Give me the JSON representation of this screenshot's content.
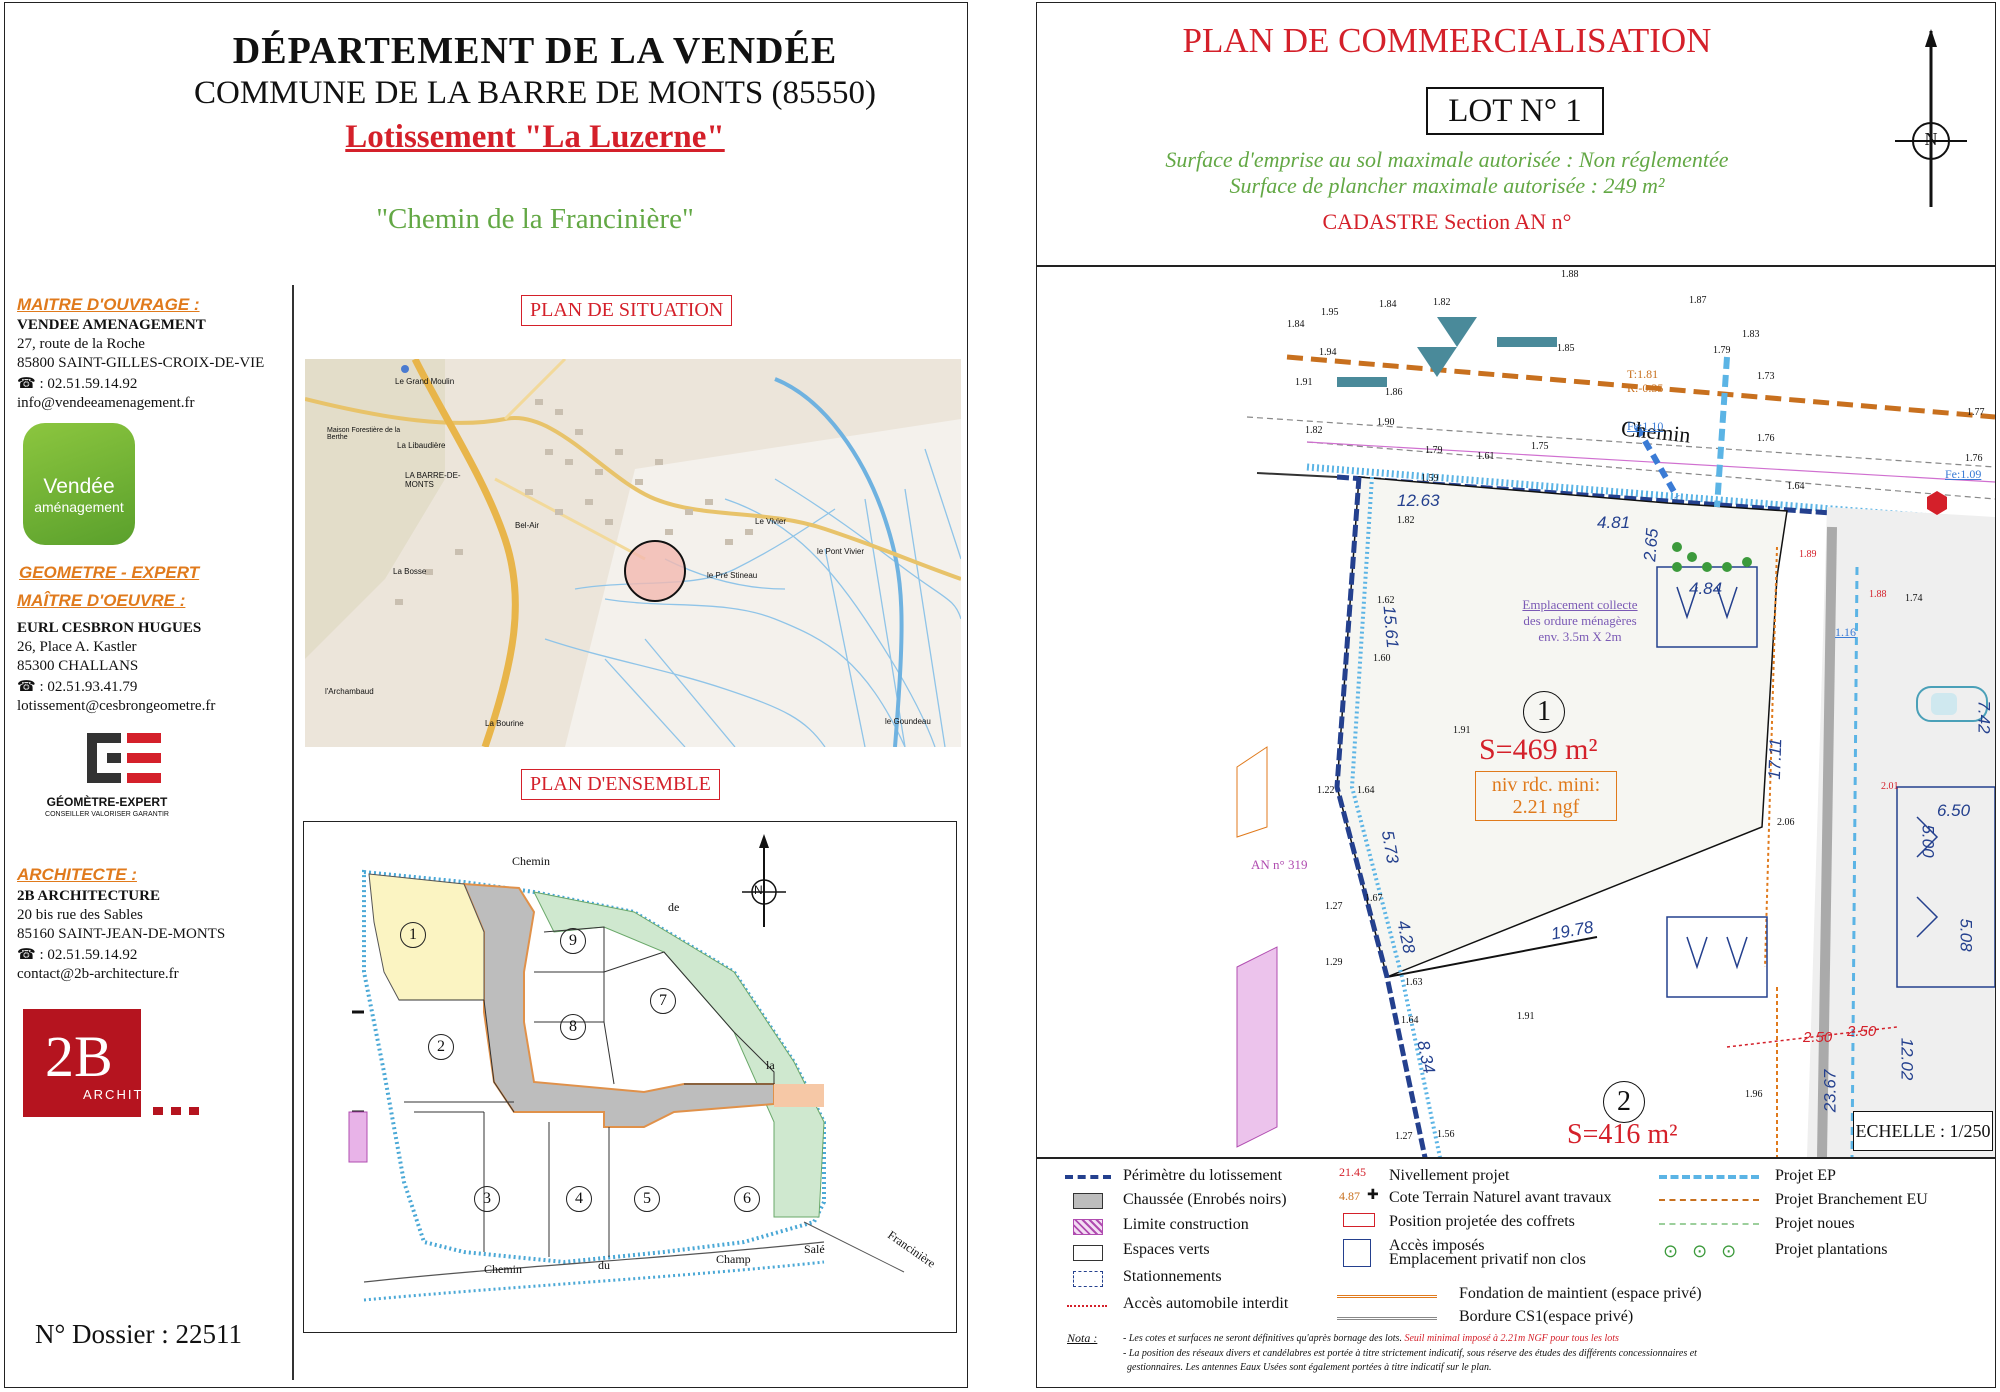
{
  "header": {
    "departement": "DÉPARTEMENT DE LA VENDÉE",
    "commune": "COMMUNE DE LA BARRE DE MONTS (85550)",
    "lotissement": "Lotissement \"La  Luzerne\"",
    "chemin": "\"Chemin de la Francinière\""
  },
  "maitre_ouvrage": {
    "title": "MAITRE D'OUVRAGE :",
    "name": "VENDEE AMENAGEMENT",
    "address1": "27, route de la Roche",
    "address2": "85800 SAINT-GILLES-CROIX-DE-VIE",
    "phone": ": 02.51.59.14.92",
    "email": "info@vendeeamenagement.fr",
    "logo_line1": "Vendée",
    "logo_line2": "aménagement"
  },
  "geometre": {
    "title1": "GEOMETRE - EXPERT",
    "title2": "MAÎTRE D'OEUVRE :",
    "name": "EURL CESBRON HUGUES",
    "address1": "26, Place A. Kastler",
    "address2": "85300 CHALLANS",
    "phone": ": 02.51.93.41.79",
    "email": "lotissement@cesbrongeometre.fr",
    "logo_line1": "GÉOMÈTRE-EXPERT",
    "logo_line2": "CONSEILLER VALORISER GARANTIR"
  },
  "architecte": {
    "title": "ARCHITECTE  :",
    "name": "2B ARCHITECTURE",
    "address1": "20 bis rue des Sables",
    "address2": "85160 SAINT-JEAN-DE-MONTS",
    "phone": ": 02.51.59.14.92",
    "email": "contact@2b-architecture.fr",
    "logo_main": "2B",
    "logo_sub": "ARCHITECTURE"
  },
  "dossier": "N° Dossier : 22511",
  "situation": {
    "title": "PLAN DE SITUATION",
    "labels": [
      "Le Grand Moulin",
      "Maison Forestière de la Berthe",
      "La Libaudière",
      "LA BARRE-DE-MONTS",
      "Bel-Air",
      "Le Vivier",
      "le Pont Vivier",
      "le Pré Stineau",
      "La Bosse",
      "l'Archambaud",
      "La Bourine",
      "le Goundeau"
    ]
  },
  "ensemble": {
    "title": "PLAN D'ENSEMBLE",
    "lots": [
      "1",
      "2",
      "3",
      "4",
      "5",
      "6",
      "7",
      "8",
      "9"
    ],
    "roads": [
      "Chemin",
      "de",
      "la",
      "Francinière",
      "Chemin",
      "du",
      "Champ",
      "Salé"
    ],
    "north": "N"
  },
  "commercial": {
    "title": "PLAN DE COMMERCIALISATION",
    "lot": "LOT N° 1",
    "emprise": "Surface d'emprise au sol maximale autorisée :   Non réglementée",
    "plancher": "Surface de plancher maximale autorisée :  249 m²",
    "cadastre": "CADASTRE Section AN n°",
    "north": "N"
  },
  "plan": {
    "chemin_label": "Chemin",
    "lot1_number": "1",
    "lot1_surface": "S=469 m²",
    "niv_rdc_line1": "niv rdc. mini:",
    "niv_rdc_line2": "2.21 ngf",
    "lot2_number": "2",
    "lot2_surface": "S=416 m²",
    "collecte_line1": "Emplacement collecte",
    "collecte_line2": "des ordure ménagères",
    "collecte_line3": "env. 3.5m X 2m",
    "an_label": "AN n° 319",
    "echelle": "ECHELLE : 1/250",
    "dimensions": [
      "12.63",
      "4.81",
      "2.65",
      "4.84",
      "15.61",
      "5.73",
      "4.28",
      "8.34",
      "19.78",
      "17.11",
      "6.50",
      "5.00",
      "5.08",
      "12.02",
      "23.67",
      "2.50",
      "2.50",
      "7.42"
    ],
    "spot_levels": [
      "1.88",
      "1.95",
      "1.84",
      "1.82",
      "1.84",
      "1.87",
      "1.83",
      "1.94",
      "1.85",
      "1.79",
      "1.73",
      "1.91",
      "1.86",
      "1.77",
      "1.82",
      "1.90",
      "1.79",
      "1.61",
      "1.75",
      "1.76",
      "1.76",
      "1.59",
      "1.64",
      "1.82",
      "1.62",
      "1.60",
      "1.91",
      "1.22",
      "1.64",
      "1.27",
      "1.67",
      "1.29",
      "1.63",
      "1.64",
      "1.91",
      "1.27",
      "1.56",
      "1.96",
      "1.89",
      "1.88",
      "1.74",
      "2.06",
      "2.01"
    ],
    "ep_labels": [
      "T:1.81",
      "R:-0.35",
      "Fe:1.10",
      "Fe:1.09",
      "1.16"
    ]
  },
  "legend": {
    "items_col1": [
      "Périmètre du lotissement",
      "Chaussée (Enrobés noirs)",
      "Limite construction",
      "Espaces verts",
      "Stationnements",
      "Accès automobile interdit"
    ],
    "items_col2": [
      "Nivellement projet",
      "Cote Terrain Naturel avant travaux",
      "Position projetée des coffrets",
      "Accès imposés",
      "Emplacement privatif non clos",
      "Fondation de maintient (espace privé)",
      "Bordure CS1(espace privé)"
    ],
    "nivellement_values": [
      "21.45",
      "4.87"
    ],
    "items_col3": [
      "Projet EP",
      "Projet Branchement EU",
      "Projet noues",
      "Projet plantations"
    ],
    "nota_label": "Nota :",
    "nota1": "- Les cotes et surfaces ne seront définitives qu'après bornage des lots.",
    "nota1_red": "Seuil minimal imposé à 2.21m NGF pour tous les lots",
    "nota2": "- La position des réseaux divers et candélabres est portée à titre strictement indicatif, sous réserve des études des différents concessionnaires et",
    "nota3": "gestionnaires. Les antennes Eaux Usées sont également portées à titre indicatif sur le plan."
  },
  "colors": {
    "red": "#d4202a",
    "green": "#63a845",
    "orange": "#e07a1c",
    "blue_dark": "#24408e",
    "blue_light": "#5bb4e5"
  }
}
